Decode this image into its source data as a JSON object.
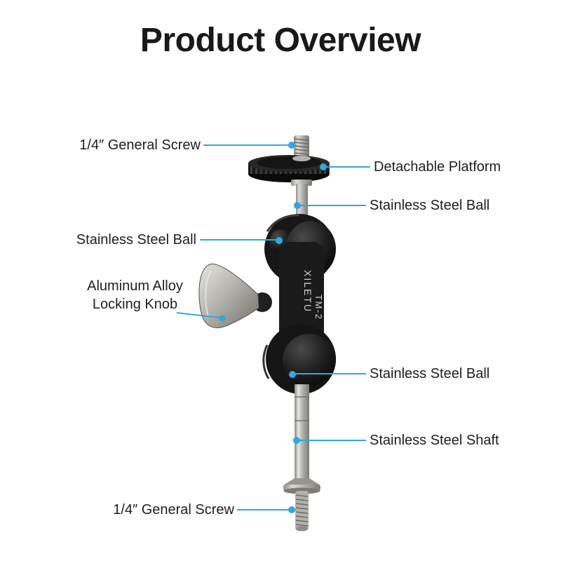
{
  "title": "Product Overview",
  "accent_color": "#2FA8DF",
  "product": {
    "brand": "XILETU",
    "model": "TM-2"
  },
  "labels": [
    {
      "id": "general-screw-top",
      "text": "1/4″ General Screw",
      "side": "left"
    },
    {
      "id": "detachable-platform",
      "text": "Detachable Platform",
      "side": "right"
    },
    {
      "id": "stainless-steel-ball-upper",
      "text": "Stainless Steel Ball",
      "side": "right"
    },
    {
      "id": "stainless-steel-ball-left",
      "text": "Stainless Steel Ball",
      "side": "left"
    },
    {
      "id": "aluminum-alloy-locking-knob",
      "text": "Aluminum Alloy\nLocking Knob",
      "side": "left"
    },
    {
      "id": "stainless-steel-ball-lower",
      "text": "Stainless Steel Ball",
      "side": "right"
    },
    {
      "id": "stainless-steel-shaft",
      "text": "Stainless Steel Shaft",
      "side": "right"
    },
    {
      "id": "general-screw-bottom",
      "text": "1/4″ General Screw",
      "side": "left"
    }
  ]
}
